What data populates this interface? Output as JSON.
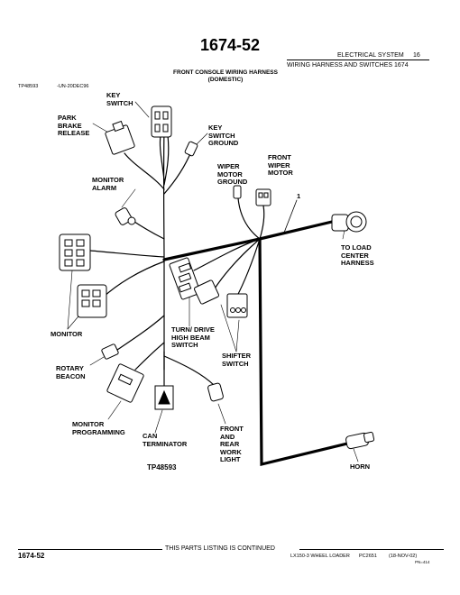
{
  "header": {
    "page_number": "1674-52",
    "section": "ELECTRICAL SYSTEM",
    "section_number": "16",
    "subsection": "WIRING HARNESS AND SWITCHES 1674",
    "figure_title_line1": "FRONT CONSOLE WIRING HARNESS",
    "figure_title_line2": "(DOMESTIC)",
    "figure_id": "TP48593",
    "figure_date": "-UN-20DEC96"
  },
  "diagram": {
    "labels": {
      "key_switch": "KEY\nSWITCH",
      "park_brake_release": "PARK\nBRAKE\nRELEASE",
      "key_switch_ground": "KEY\nSWITCH\nGROUND",
      "front_wiper_motor": "FRONT\nWIPER\nMOTOR",
      "wiper_motor_ground": "WIPER\nMOTOR\nGROUND",
      "callout_1": "1",
      "monitor_alarm": "MONITOR\nALARM",
      "to_load_center_harness": "TO LOAD\nCENTER\nHARNESS",
      "monitor": "MONITOR",
      "turn_drive_high_beam_switch": "TURN/ DRIVE\nHIGH BEAM\nSWITCH",
      "shifter_switch": "SHIFTER\nSWITCH",
      "rotary_beacon": "ROTARY\nBEACON",
      "monitor_programming": "MONITOR\nPROGRAMMING",
      "can_terminator": "CAN\nTERMINATOR",
      "front_and_rear_work_light": "FRONT\nAND\nREAR\nWORK\nLIGHT",
      "horn": "HORN"
    },
    "figure_caption": "TP48593"
  },
  "footer": {
    "continued_notice": "THIS PARTS LISTING IS CONTINUED",
    "page_number": "1674-52",
    "machine": "LX150-3 WHEEL LOADER",
    "catalog": "PC2651",
    "date": "(18-NOV-02)",
    "pn": "PN=414"
  }
}
